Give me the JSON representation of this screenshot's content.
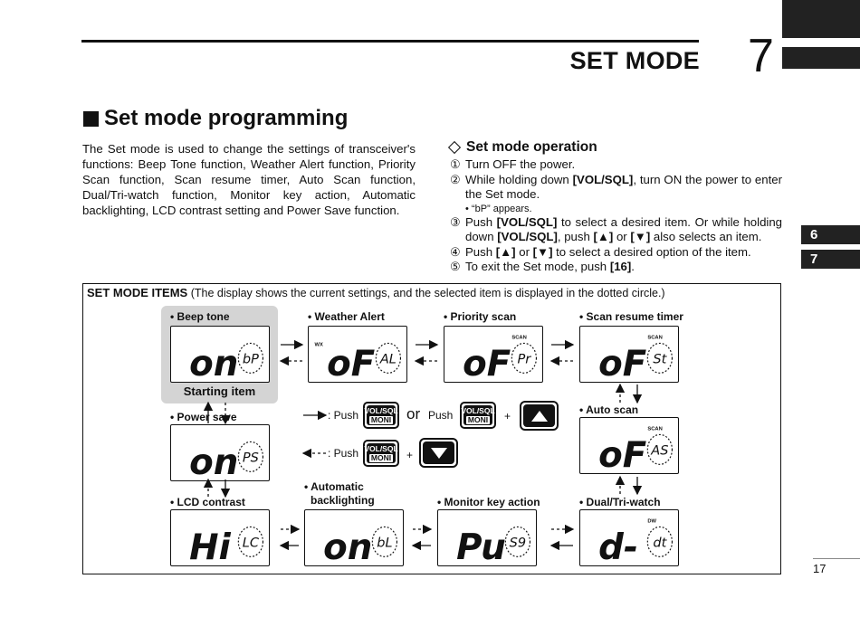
{
  "header": {
    "title": "SET MODE",
    "chapter": "7"
  },
  "side_tabs": [
    "6",
    "7"
  ],
  "section": {
    "title": "Set mode programming",
    "intro": "The Set mode is used to change the settings of transceiver's functions: Beep Tone function, Weather Alert function, Priority Scan function, Scan resume timer, Auto Scan function, Dual/Tri-watch function, Monitor key action, Automatic backlighting, LCD contrast setting and Power Save function."
  },
  "operation": {
    "title": "Set mode operation",
    "steps": [
      {
        "num": "①",
        "text": "Turn OFF the power."
      },
      {
        "num": "②",
        "text_pre": "While holding down ",
        "key": "[VOL/SQL]",
        "text_post": ", turn ON the power to enter the Set mode."
      },
      {
        "num": "③",
        "text_pre": "Push ",
        "key": "[VOL/SQL]",
        "text_mid": " to select a desired item. Or while holding down ",
        "key2": "[VOL/SQL]",
        "text_mid2": ", push ",
        "key3": "[▲]",
        "text_mid3": " or ",
        "key4": "[▼]",
        "text_post": " also selects an item."
      },
      {
        "num": "④",
        "text_pre": "Push ",
        "key": "[▲]",
        "text_mid": " or ",
        "key2": "[▼]",
        "text_post": " to select a desired option of the item."
      },
      {
        "num": "⑤",
        "text_pre": "To exit the Set mode, push ",
        "key": "[16]",
        "text_post": "."
      }
    ],
    "sub_note": "• “bP” appears."
  },
  "items": {
    "heading": "SET MODE ITEMS",
    "heading_note": "(The display shows the current settings, and the selected item is displayed in the dotted circle.)",
    "starting_item": "Starting item",
    "labels": {
      "beep": "• Beep tone",
      "weather": "• Weather Alert",
      "priority": "• Priority scan",
      "scan_resume": "• Scan resume timer",
      "power_save": "• Power save",
      "auto_scan": "• Auto scan",
      "lcd_contrast": "• LCD contrast",
      "backlight_1": "• Automatic",
      "backlight_2": "backlighting",
      "monitor": "• Monitor key action",
      "dual": "• Dual/Tri-watch"
    },
    "lcd": {
      "beep": {
        "main": "on",
        "code": "bP",
        "tag": ""
      },
      "weather": {
        "main": "oF",
        "code": "AL",
        "tag": "WX"
      },
      "priority": {
        "main": "oF",
        "code": "Pr",
        "tag": "SCAN"
      },
      "scan_resume": {
        "main": "oF",
        "code": "St",
        "tag": "SCAN"
      },
      "power_save": {
        "main": "on",
        "code": "PS",
        "tag": ""
      },
      "auto_scan": {
        "main": "oF",
        "code": "AS",
        "tag": "SCAN"
      },
      "lcd_contrast": {
        "main": "Hi",
        "code": "LC",
        "tag": ""
      },
      "backlight": {
        "main": "on",
        "code": "bL",
        "tag": ""
      },
      "monitor": {
        "main": "Pu",
        "code": "S9",
        "tag": ""
      },
      "dual": {
        "main": "d-",
        "code": "dt",
        "tag": "DW"
      }
    },
    "legend": {
      "push_label": ": Push",
      "or": "or",
      "push2": "Push",
      "plus": "+",
      "key_top": "VOL/SQL",
      "key_bottom": "MONI"
    }
  },
  "page_number": "17",
  "colors": {
    "ink": "#111111",
    "highlight": "#d4d4d4",
    "tab": "#222222"
  }
}
